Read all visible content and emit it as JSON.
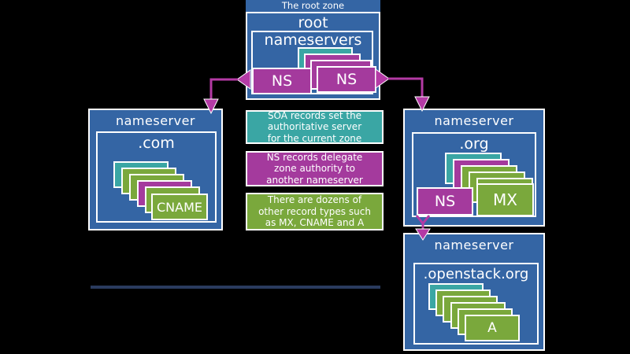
{
  "colors": {
    "background": "#000000",
    "blue": "#3465a4",
    "teal": "#3aa6a4",
    "magenta": "#a43a9d",
    "green": "#7aa83c",
    "arrow": "#b43aa5",
    "divider": "#2a3b5e",
    "text": "#ffffff"
  },
  "root_zone": {
    "label": "The root zone",
    "title": "root nameservers",
    "zone_label": ".",
    "stack": [
      {
        "color": "teal"
      },
      {
        "color": "magenta"
      },
      {
        "color": "magenta"
      }
    ],
    "ns_cards": [
      {
        "label": "NS",
        "color": "magenta"
      },
      {
        "label": "NS",
        "color": "magenta"
      }
    ]
  },
  "legend": [
    {
      "color": "teal",
      "lines": [
        "SOA records set the",
        "authoritative server",
        "for the current zone"
      ]
    },
    {
      "color": "magenta",
      "lines": [
        "NS records delegate",
        "zone authority to",
        "another nameserver"
      ]
    },
    {
      "color": "green",
      "lines": [
        "There are dozens of",
        "other record types such",
        "as MX, CNAME and A"
      ]
    }
  ],
  "com_nameserver": {
    "title": "nameserver",
    "zone": ".com",
    "stack": [
      {
        "color": "teal"
      },
      {
        "color": "green"
      },
      {
        "color": "green"
      },
      {
        "color": "magenta"
      },
      {
        "color": "green"
      }
    ],
    "front_card": {
      "label": "CNAME",
      "color": "green"
    }
  },
  "org_nameserver": {
    "title": "nameserver",
    "zone": ".org",
    "stack": [
      {
        "color": "teal"
      },
      {
        "color": "magenta"
      },
      {
        "color": "green"
      },
      {
        "color": "green"
      },
      {
        "color": "green"
      }
    ],
    "front_cards": [
      {
        "label": "NS",
        "color": "magenta"
      },
      {
        "label": "MX",
        "color": "green"
      }
    ]
  },
  "openstack_nameserver": {
    "title": "nameserver",
    "zone": ".openstack.org",
    "stack": [
      {
        "color": "teal"
      },
      {
        "color": "green"
      },
      {
        "color": "green"
      },
      {
        "color": "green"
      },
      {
        "color": "green"
      }
    ],
    "front_card": {
      "label": "A",
      "color": "green"
    }
  }
}
